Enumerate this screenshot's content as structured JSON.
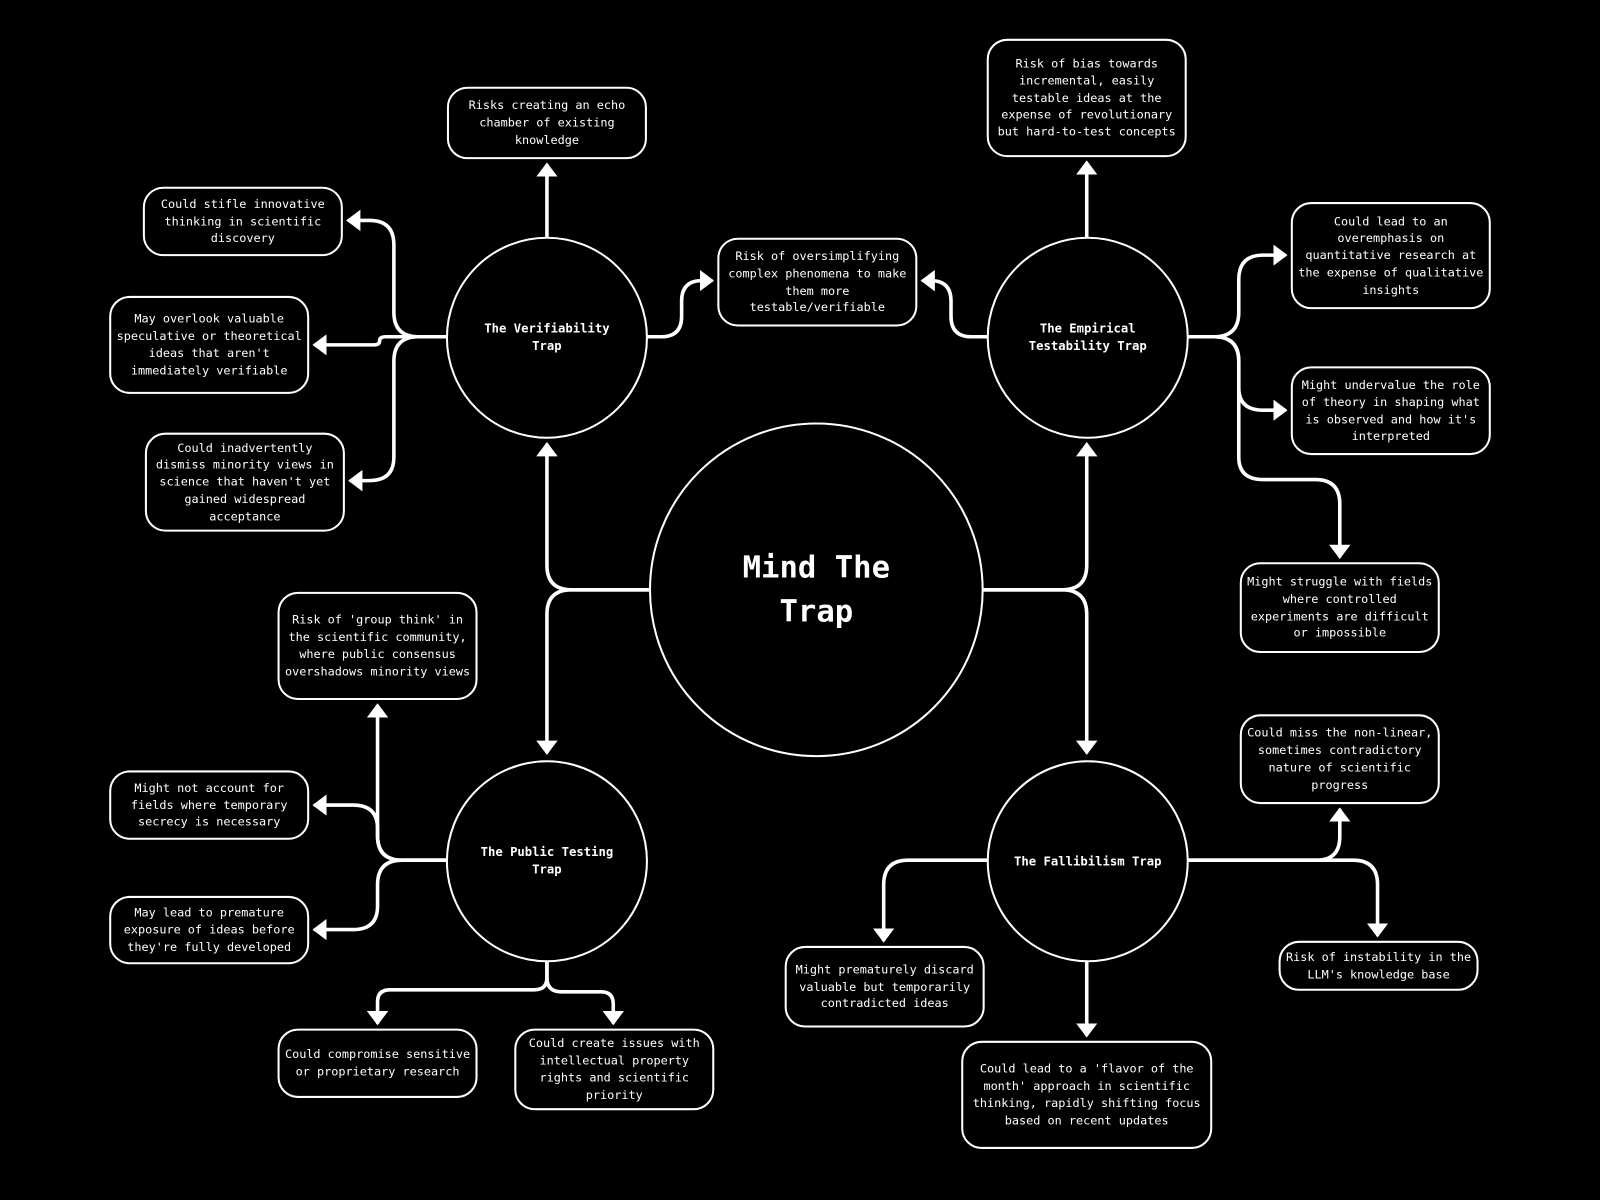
{
  "title": "Mind The Trap",
  "colors": {
    "background": "#000000",
    "foreground": "#ffffff"
  },
  "traps": {
    "verifiability": {
      "label": "The Verifiability Trap",
      "risks": [
        "Risks creating an echo chamber of existing knowledge",
        "Could stifle innovative thinking in scientific discovery",
        "May overlook valuable speculative or theoretical ideas that aren't immediately verifiable",
        "Could inadvertently dismiss minority views in science that haven't yet gained widespread acceptance"
      ]
    },
    "shared": "Risk of oversimplifying complex phenomena to make them more testable/verifiable",
    "empirical": {
      "label": "The Empirical Testability Trap",
      "risks": [
        "Risk of bias towards incremental, easily testable ideas at the expense of revolutionary but hard-to-test concepts",
        "Could lead to an overemphasis on quantitative research at the expense of qualitative insights",
        "Might undervalue the role of theory in shaping what is observed and how it's interpreted",
        "Might struggle with fields where controlled experiments are difficult or impossible"
      ]
    },
    "public_testing": {
      "label": "The Public Testing Trap",
      "risks": [
        "Risk of 'group think' in the scientific community, where public consensus overshadows minority views",
        "Might not account for fields where temporary secrecy is necessary",
        "May lead to premature exposure of ideas before they're fully developed",
        "Could compromise sensitive or proprietary research",
        "Could create issues with intellectual property rights and scientific priority"
      ]
    },
    "fallibilism": {
      "label": "The Fallibilism Trap",
      "risks": [
        "Could miss the non-linear, sometimes contradictory nature of scientific progress",
        "Risk of instability in the LLM's knowledge base",
        "Might prematurely discard valuable but temporarily contradicted ideas",
        "Could lead to a 'flavor of the month' approach in scientific thinking, rapidly shifting focus based on recent updates"
      ]
    }
  }
}
